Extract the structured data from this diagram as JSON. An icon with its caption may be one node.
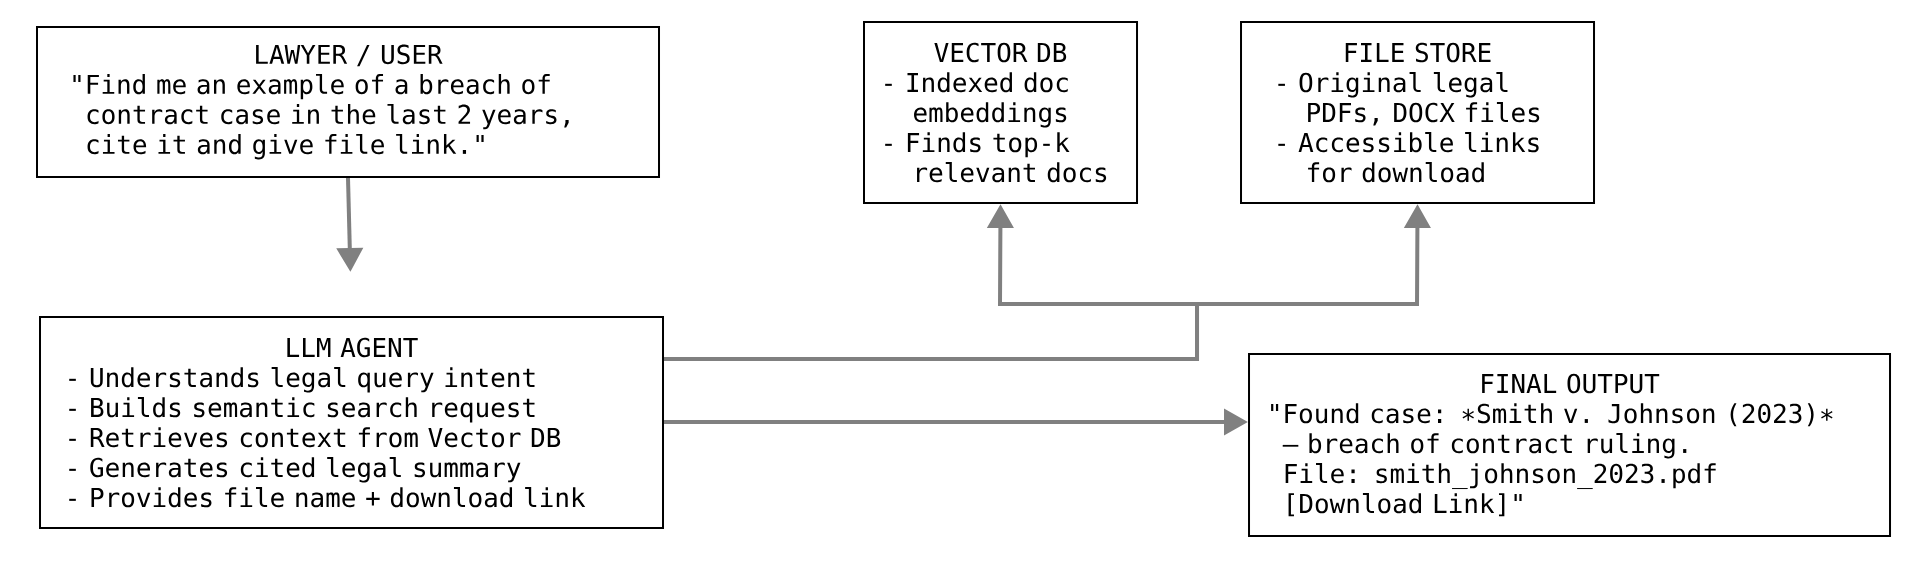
{
  "diagram": {
    "nodes": [
      {
        "text": [
          "LAWYER / USER",
          "\"Find me an example of a breach of contract case in the last 2 years, cite it and give file link.\""
        ]
      },
      {
        "text": [
          "LLM AGENT",
          "- Understands legal query intent",
          "- Builds semantic search request",
          "- Retrieves context from Vector DB",
          "- Generates cited legal summary",
          "- Provides file name + download link"
        ]
      },
      {
        "text": [
          "VECTOR DB",
          "- Indexed doc embeddings",
          "- Finds top-k relevant docs"
        ]
      },
      {
        "text": [
          "FILE STORE",
          "- Original legal PDFs, DOCX files",
          "- Accessible links for download"
        ]
      },
      {
        "text": [
          "FINAL OUTPUT",
          "\"Found case: ∗Smith v. Johnson (2023)∗",
          "— breach of contract ruling.",
          "File: smith_johnson_2023.pdf",
          "[Download Link]\""
        ]
      }
    ],
    "edges": [
      {
        "from": 0,
        "to": 1,
        "arrow": "to"
      },
      {
        "from": 1,
        "to": 2,
        "arrow": "to"
      },
      {
        "from": 1,
        "to": 3,
        "arrow": "to"
      },
      {
        "from": 1,
        "to": 4,
        "arrow": "to"
      }
    ]
  }
}
